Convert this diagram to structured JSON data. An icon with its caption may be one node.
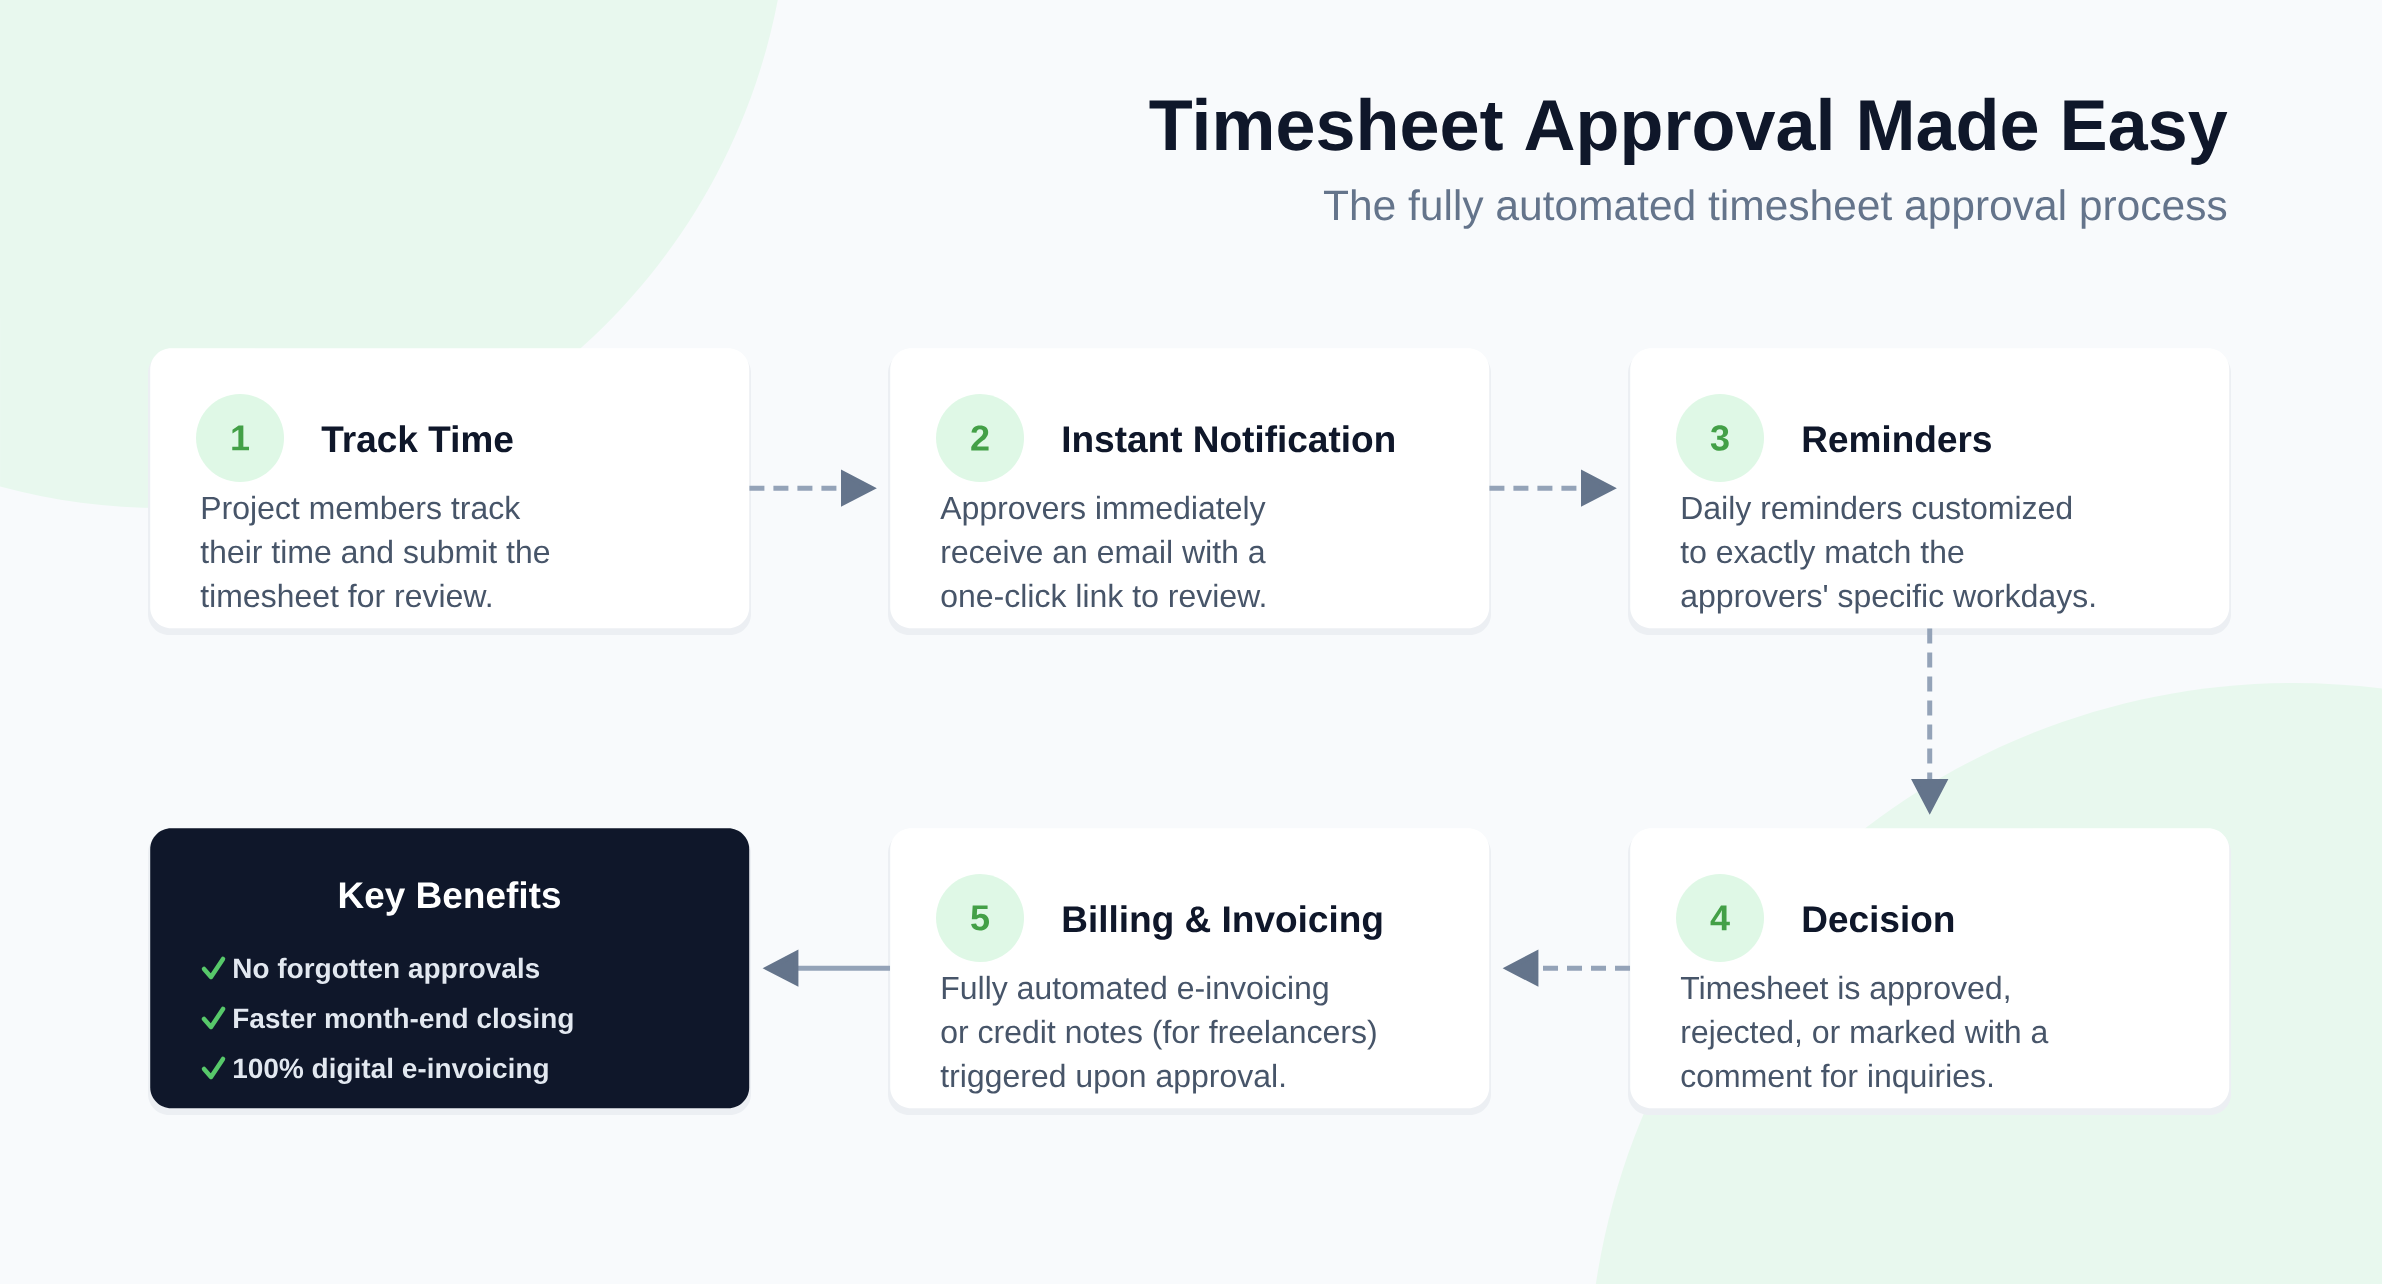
{
  "diagram": {
    "title": "Timesheet Approval Made Easy",
    "nodes": [
      {
        "text": [
          "Track Time",
          "Project members track their time and submit the timesheet for review."
        ]
      },
      {
        "text": [
          "1"
        ],
        "in": 0
      },
      {
        "text": [
          "Instant Notification",
          "Approvers immediately receive an email with a one-click link to review."
        ]
      },
      {
        "text": [
          "2"
        ],
        "in": 2
      },
      {
        "text": [
          "Reminders",
          "Daily reminders customized to exactly match the approvers' specific workdays."
        ]
      },
      {
        "text": [
          "3"
        ],
        "in": 4
      },
      {
        "text": [
          "Key Benefits",
          "No forgotten approvals",
          "Faster month-end closing",
          "100% digital e-invoicing"
        ]
      },
      {
        "text": [
          "Billing & Invoicing",
          "Fully automated e-invoicing or credit notes (for freelancers) triggered upon approval."
        ]
      },
      {
        "text": [
          "5"
        ],
        "in": 7
      },
      {
        "text": [
          "Decision",
          "Timesheet is approved, rejected, or marked with a comment for inquiries."
        ]
      },
      {
        "text": [
          "4"
        ],
        "in": 9
      }
    ],
    "edges": [
      {
        "from": 0,
        "to": 2,
        "arrow": "to",
        "style": "dashed"
      },
      {
        "from": 2,
        "to": 4,
        "arrow": "to",
        "style": "dashed"
      },
      {
        "from": 4,
        "to": 9,
        "arrow": "to",
        "style": "dashed"
      },
      {
        "from": 9,
        "to": 7,
        "arrow": "to",
        "style": "dashed"
      },
      {
        "from": 7,
        "to": 6,
        "arrow": "to"
      }
    ],
    "labels": [
      "The fully automated timesheet approval process"
    ]
  }
}
